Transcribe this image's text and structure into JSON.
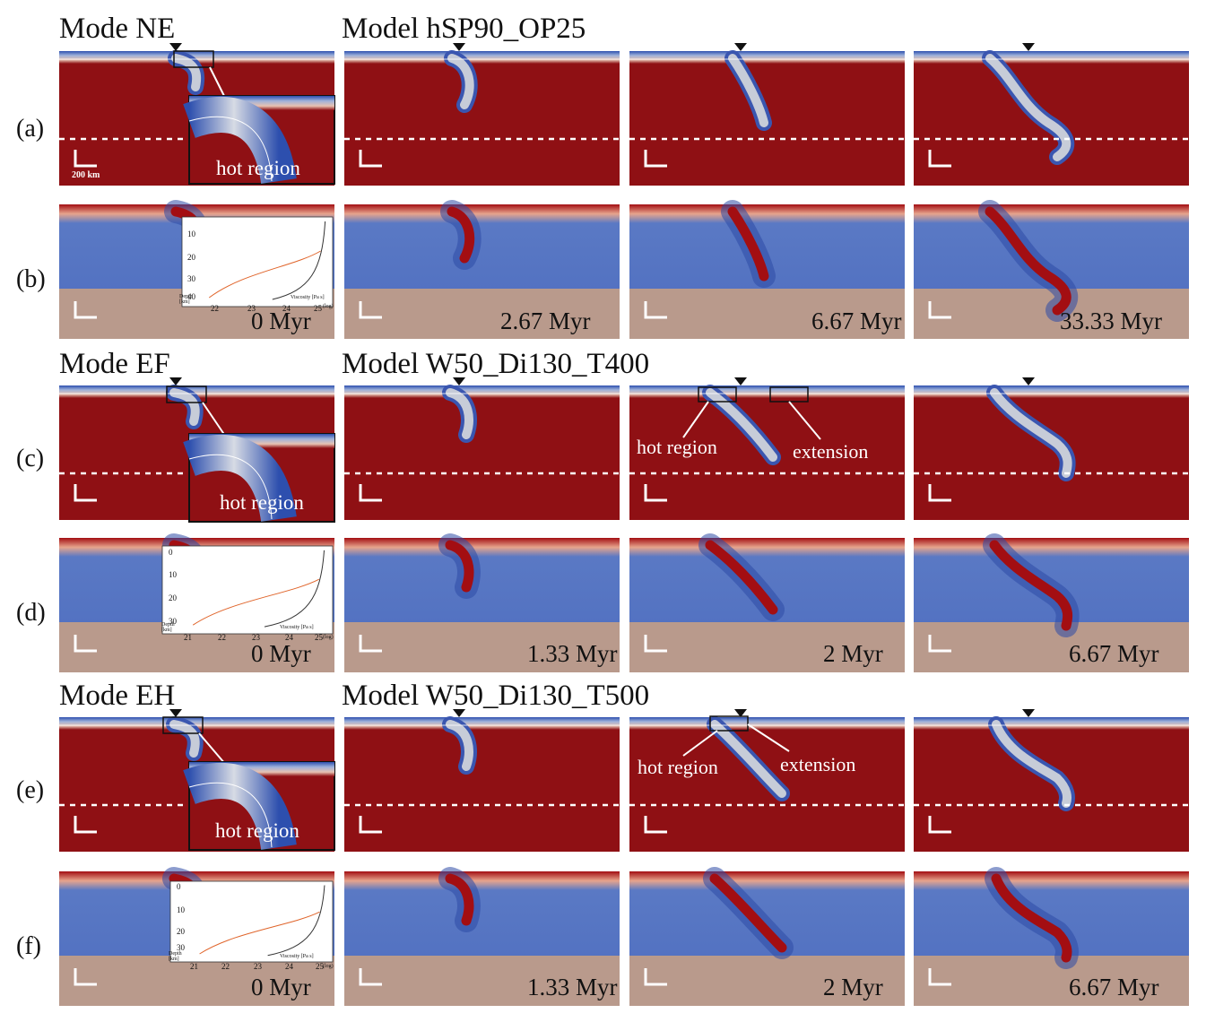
{
  "figure": {
    "groups": [
      {
        "mode_title": "Mode NE",
        "model_title": "Model hSP90_OP25",
        "temp_row_label": "(a)",
        "visc_row_label": "(b)",
        "times": [
          "0 Myr",
          "2.67 Myr",
          "6.67 Myr",
          "33.33 Myr"
        ],
        "scale_bar_label": "200 km",
        "inset_annotation": "hot region",
        "panel_annotations": [],
        "viscosity_inset": {
          "y_axis_label": "Depth [km]",
          "x_axis_label": "Viscosity [Pa s]",
          "x_unit": "(log)",
          "y_ticks": [
            "10",
            "20",
            "30",
            "40"
          ],
          "x_ticks": [
            "22",
            "23",
            "24",
            "25"
          ]
        }
      },
      {
        "mode_title": "Mode EF",
        "model_title": "Model W50_Di130_T400",
        "temp_row_label": "(c)",
        "visc_row_label": "(d)",
        "times": [
          "0 Myr",
          "1.33 Myr",
          "2 Myr",
          "6.67 Myr"
        ],
        "inset_annotation": "hot region",
        "panel_annotations": [
          "hot region",
          "extension"
        ],
        "viscosity_inset": {
          "y_axis_label": "Depth [km]",
          "x_axis_label": "Viscosity [Pa s]",
          "x_unit": "(log)",
          "y_ticks": [
            "0",
            "10",
            "20",
            "30"
          ],
          "x_ticks": [
            "21",
            "22",
            "23",
            "24",
            "25"
          ]
        }
      },
      {
        "mode_title": "Mode EH",
        "model_title": "Model W50_Di130_T500",
        "temp_row_label": "(e)",
        "visc_row_label": "(f)",
        "times": [
          "0 Myr",
          "1.33 Myr",
          "2 Myr",
          "6.67 Myr"
        ],
        "inset_annotation": "hot region",
        "panel_annotations": [
          "hot region",
          "extension"
        ],
        "viscosity_inset": {
          "y_axis_label": "Depth [km]",
          "x_axis_label": "Viscosity [Pa s]",
          "x_unit": "(log)",
          "y_ticks": [
            "0",
            "10",
            "20",
            "30"
          ],
          "x_ticks": [
            "21",
            "22",
            "23",
            "24",
            "25"
          ]
        }
      }
    ],
    "colors": {
      "mantle_hot": "#8f1014",
      "plate_cold": "#3a56b0",
      "slab_core": "#c7ccd8",
      "visc_blue": "#4f6fc0",
      "visc_deep": "#2e4aa6",
      "lower_mantle": "#b99a8c",
      "visc_red": "#a30e12"
    }
  }
}
